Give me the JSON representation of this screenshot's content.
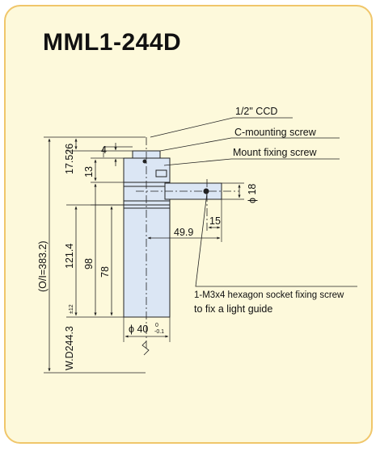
{
  "title": "MML1-244D",
  "callouts": {
    "ccd": "1/2\" CCD",
    "c_mount": "C-mounting screw",
    "mount_fix": "Mount fixing screw",
    "hex_screw": "1-M3x4 hexagon socket fixing screw",
    "light_guide": "to fix a light guide"
  },
  "dimensions": {
    "d4": "4",
    "d17": "17.526",
    "d13": "13",
    "d121": "121.4",
    "d98": "98",
    "d78": "78",
    "d383": "(O/I=383.2)",
    "wd": "W.D244.3",
    "wd_tol": "±12",
    "phi18": "ϕ 18",
    "d15": "15",
    "d499": "49.9",
    "phi40": "ϕ 40",
    "phi40_tol_upper": "0",
    "phi40_tol_lower": "-0.1"
  },
  "colors": {
    "background": "#fdf9db",
    "border": "#f0c66a",
    "part_fill": "#dbe6f4",
    "line": "#222222"
  }
}
